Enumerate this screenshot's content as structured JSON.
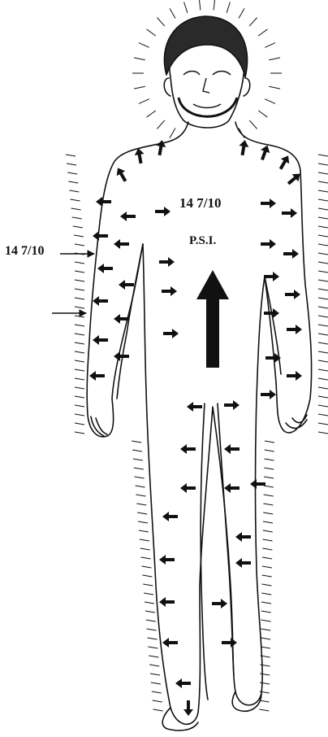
{
  "labels": {
    "pressure_value": "14 7/10",
    "pressure_unit": "P.S.I.",
    "side_pressure_value": "14 7/10"
  },
  "colors": {
    "ink": "#111111",
    "background": "#ffffff"
  },
  "icons": {
    "big_arrow": "up-arrow-icon",
    "pointer_arrows": "right-arrow-icon",
    "small_arrows": "pressure-arrow-icon"
  }
}
